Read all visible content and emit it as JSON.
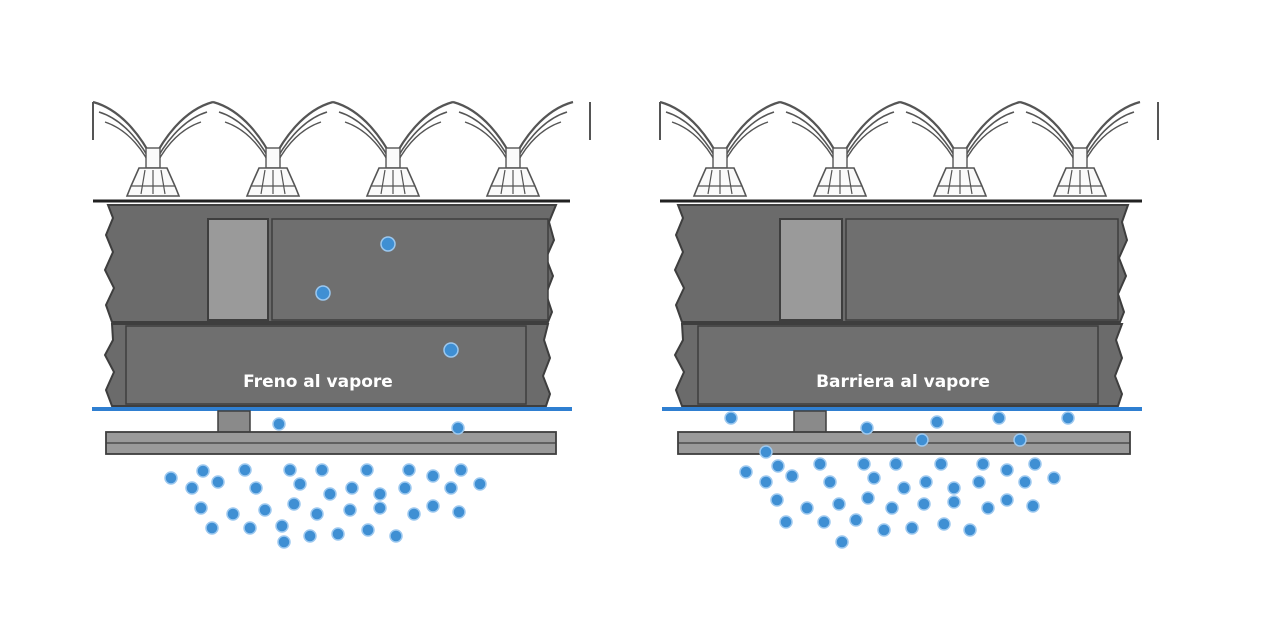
{
  "colors": {
    "background": "#ffffff",
    "layer_dark": "#6b6b6b",
    "layer_mid": "#7c7c7c",
    "post": "#9a9a9a",
    "outline": "#3e3e3e",
    "membrane": "#2f7fd1",
    "vapor_fill": "#3f8fd3",
    "vapor_stroke": "#9cc8ef",
    "tile_stroke": "#555555",
    "tile_fill": "#fafafa"
  },
  "icons": {
    "roof": "corrugated-roof-tiles",
    "vapor": "vapor-particle-dot"
  },
  "panels": [
    {
      "id": "left",
      "label": "Freno al vapore"
    },
    {
      "id": "right",
      "label": "Barriera al vapore"
    }
  ]
}
